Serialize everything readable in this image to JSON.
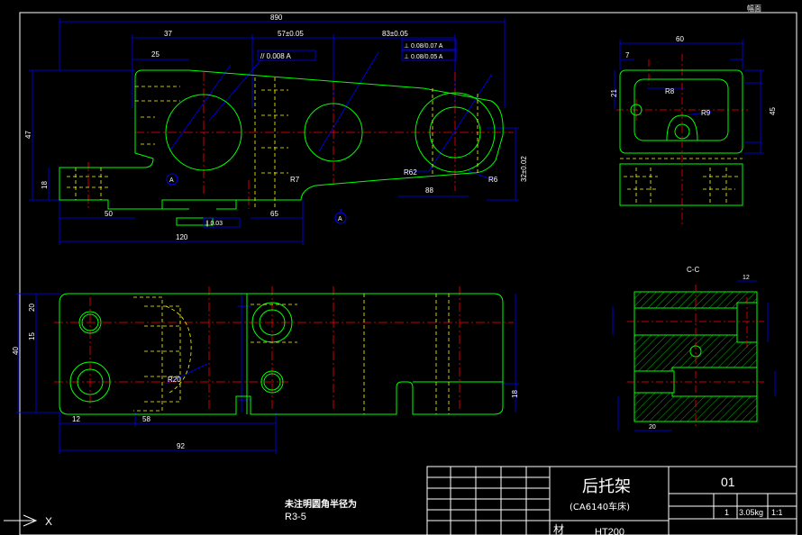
{
  "top_tag": "幅面",
  "dims": {
    "d_890": "890",
    "d_37": "37",
    "d_57": "57±0.05",
    "d_83": "83±0.05",
    "d_25": "25",
    "d_47": "47",
    "d_18": "18",
    "d_50": "50",
    "d_120": "120",
    "d_65": "65",
    "d_88": "88",
    "d_32": "32±0.02",
    "d_r6": "R6",
    "d_r62": "R62",
    "d_r7": "R7",
    "d_60": "60",
    "d_7": "7",
    "d_21": "21",
    "d_45": "45",
    "d_r8": "R8",
    "d_r9": "R9",
    "d_40": "40",
    "d_20": "20",
    "d_15": "15",
    "d_58": "58",
    "d_92": "92",
    "d_cc": "C-C",
    "d_12": "12",
    "d_r20": "R20"
  },
  "tolerance_frames": {
    "f1": "// 0.008 A",
    "f2": "⊥ 0.08/0.07 A",
    "f3": "⊥ 0.08/0.05 A",
    "f4": "∥ 0.03"
  },
  "datum_labels": [
    "A",
    "A"
  ],
  "note": {
    "line1": "未注明圆角半径为",
    "line2": "R3-5"
  },
  "title_block": {
    "part_name": "后托架",
    "machine": "(CA6140车床)",
    "drawing_no": "01",
    "quantity": "1",
    "weight": "3.05kg",
    "scale": "1:1",
    "material_label": "材",
    "material_value": "HT200"
  },
  "colors": {
    "outline": "#00ff00",
    "hidden": "#ffff00",
    "center": "#ff0000",
    "dimension": "#0000ff",
    "text": "#ffffff",
    "accent": "#00ffff"
  }
}
